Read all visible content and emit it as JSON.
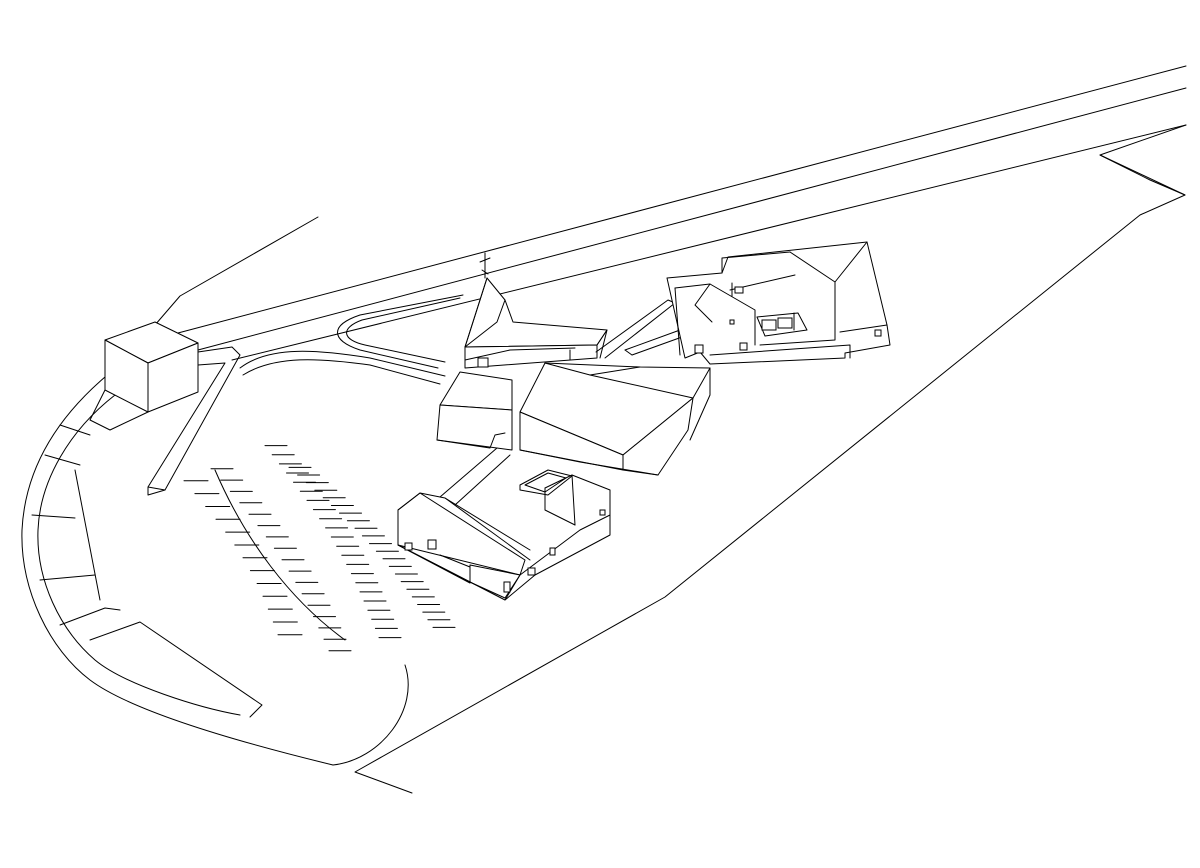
{
  "drawing": {
    "line_color": "#000000",
    "background_color": "#ffffff",
    "parking_rows": [
      {
        "row": "left-outer",
        "stripes": 13
      },
      {
        "row": "left-inner",
        "stripes": 17
      },
      {
        "row": "right-inner",
        "stripes": 22
      },
      {
        "row": "right-outer",
        "stripes": 22
      }
    ]
  }
}
